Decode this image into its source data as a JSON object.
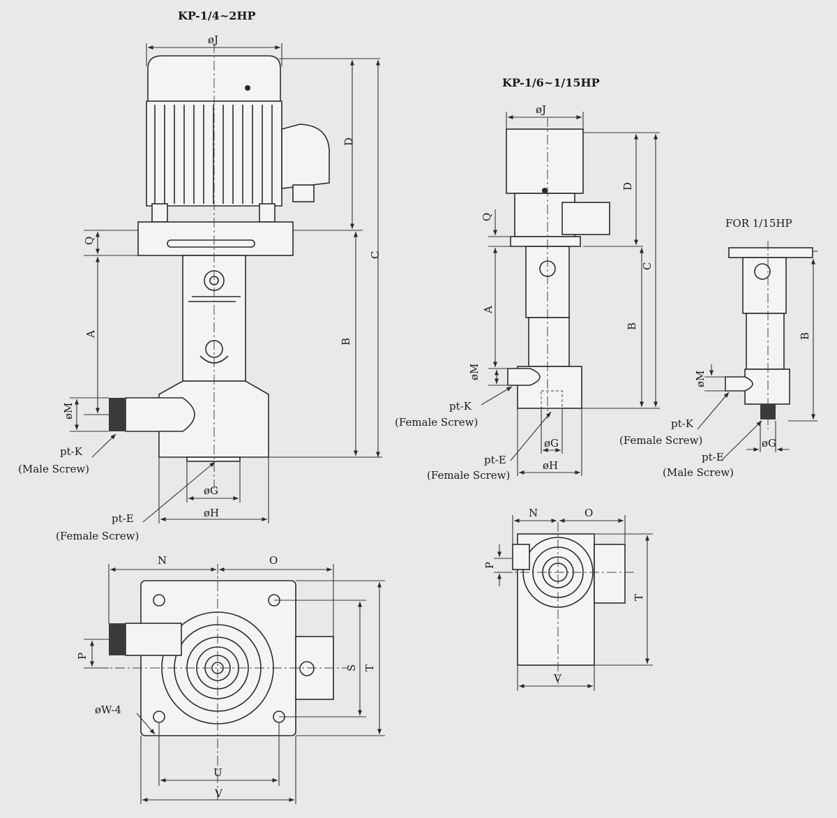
{
  "titles": {
    "large_pump": "KP-1/4~2HP",
    "small_pump": "KP-1/6~1/15HP",
    "variant": "FOR 1/15HP"
  },
  "large_side": {
    "dia_j": "øJ",
    "d": "D",
    "c": "C",
    "b": "B",
    "a": "A",
    "q": "Q",
    "dia_m": "øM",
    "dia_g": "øG",
    "dia_h": "øH",
    "pt_k": "pt-K",
    "pt_k_note": "(Male Screw)",
    "pt_e": "pt-E",
    "pt_e_note": "(Female Screw)"
  },
  "large_plan": {
    "n": "N",
    "o": "O",
    "p": "P",
    "s": "S",
    "t": "T",
    "u": "U",
    "v": "V",
    "dia_w": "øW-4"
  },
  "small_side": {
    "dia_j": "øJ",
    "d": "D",
    "c": "C",
    "b": "B",
    "a": "A",
    "q": "Q",
    "dia_m": "øM",
    "dia_g": "øG",
    "dia_h": "øH",
    "pt_k": "pt-K",
    "pt_k_note": "(Female Screw)",
    "pt_e": "pt-E",
    "pt_e_note": "(Female Screw)"
  },
  "variant_side": {
    "b": "B",
    "dia_m": "øM",
    "dia_g": "øG",
    "pt_k": "pt-K",
    "pt_k_note": "(Female Screw)",
    "pt_e": "pt-E",
    "pt_e_note": "(Male Screw)"
  },
  "small_plan": {
    "n": "N",
    "o": "O",
    "p": "P",
    "t": "T",
    "v": "V"
  }
}
